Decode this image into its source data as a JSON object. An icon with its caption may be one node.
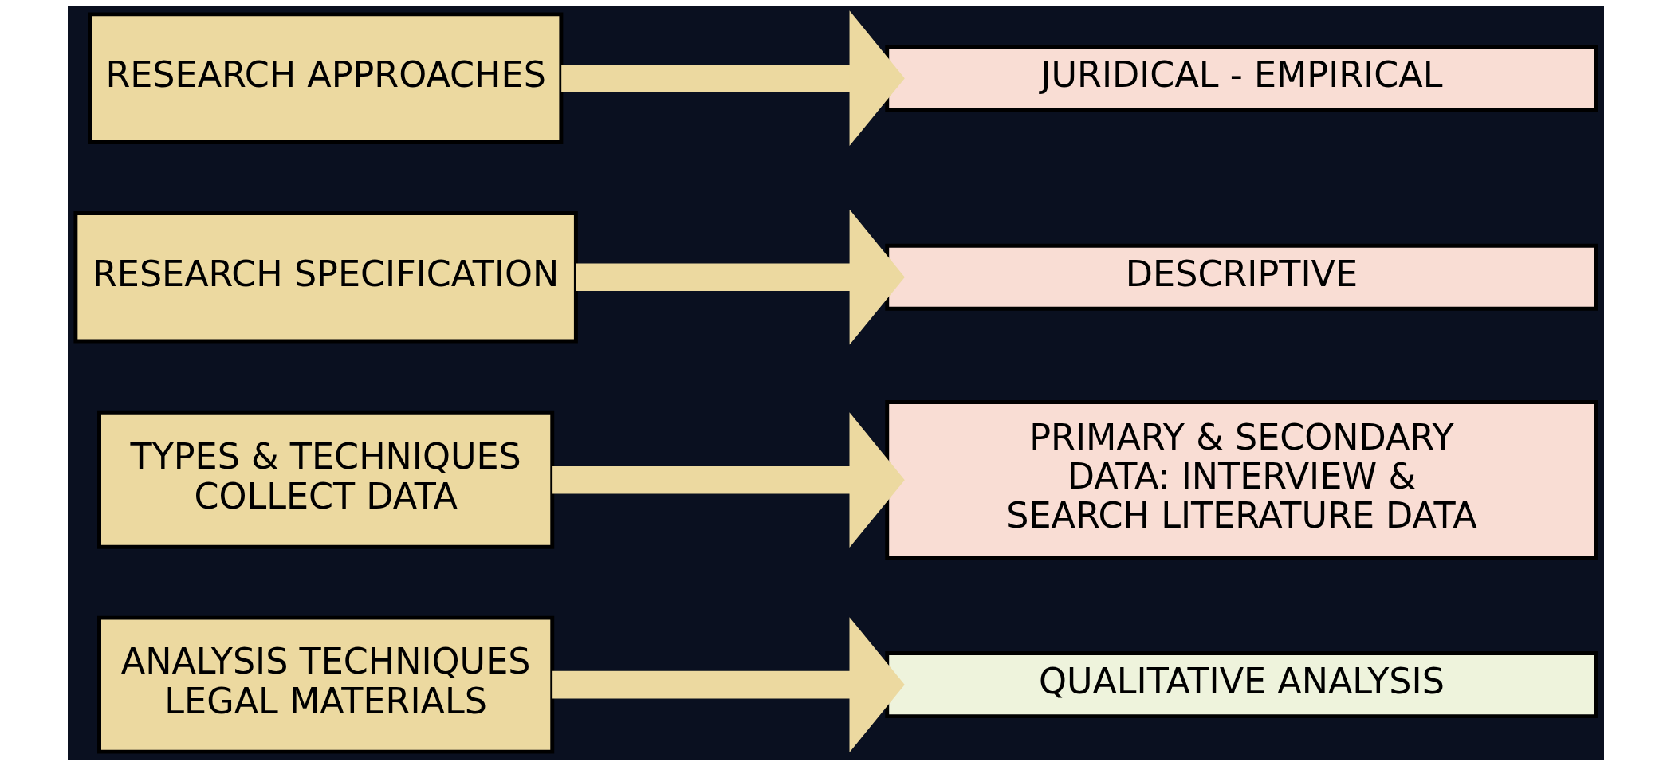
{
  "diagram": {
    "nodes": [
      {
        "text": [
          "RESEARCH APPROACHES"
        ]
      },
      {
        "text": [
          "JURIDICAL - EMPIRICAL"
        ]
      },
      {
        "text": [
          "RESEARCH SPECIFICATION"
        ]
      },
      {
        "text": [
          "DESCRIPTIVE"
        ]
      },
      {
        "text": [
          "TYPES & TECHNIQUES COLLECT DATA"
        ]
      },
      {
        "text": [
          "PRIMARY & SECONDARY DATA: INTERVIEW & SEARCH LITERATURE DATA"
        ]
      },
      {
        "text": [
          "ANALYSIS TECHNIQUES LEGAL MATERIALS"
        ]
      },
      {
        "text": [
          "QUALITATIVE ANALYSIS"
        ]
      }
    ],
    "edges": [
      {
        "from": 0,
        "to": 1,
        "arrow": "to"
      },
      {
        "from": 2,
        "to": 3,
        "arrow": "to"
      },
      {
        "from": 4,
        "to": 5,
        "arrow": "to"
      },
      {
        "from": 6,
        "to": 7,
        "arrow": "to"
      }
    ]
  }
}
